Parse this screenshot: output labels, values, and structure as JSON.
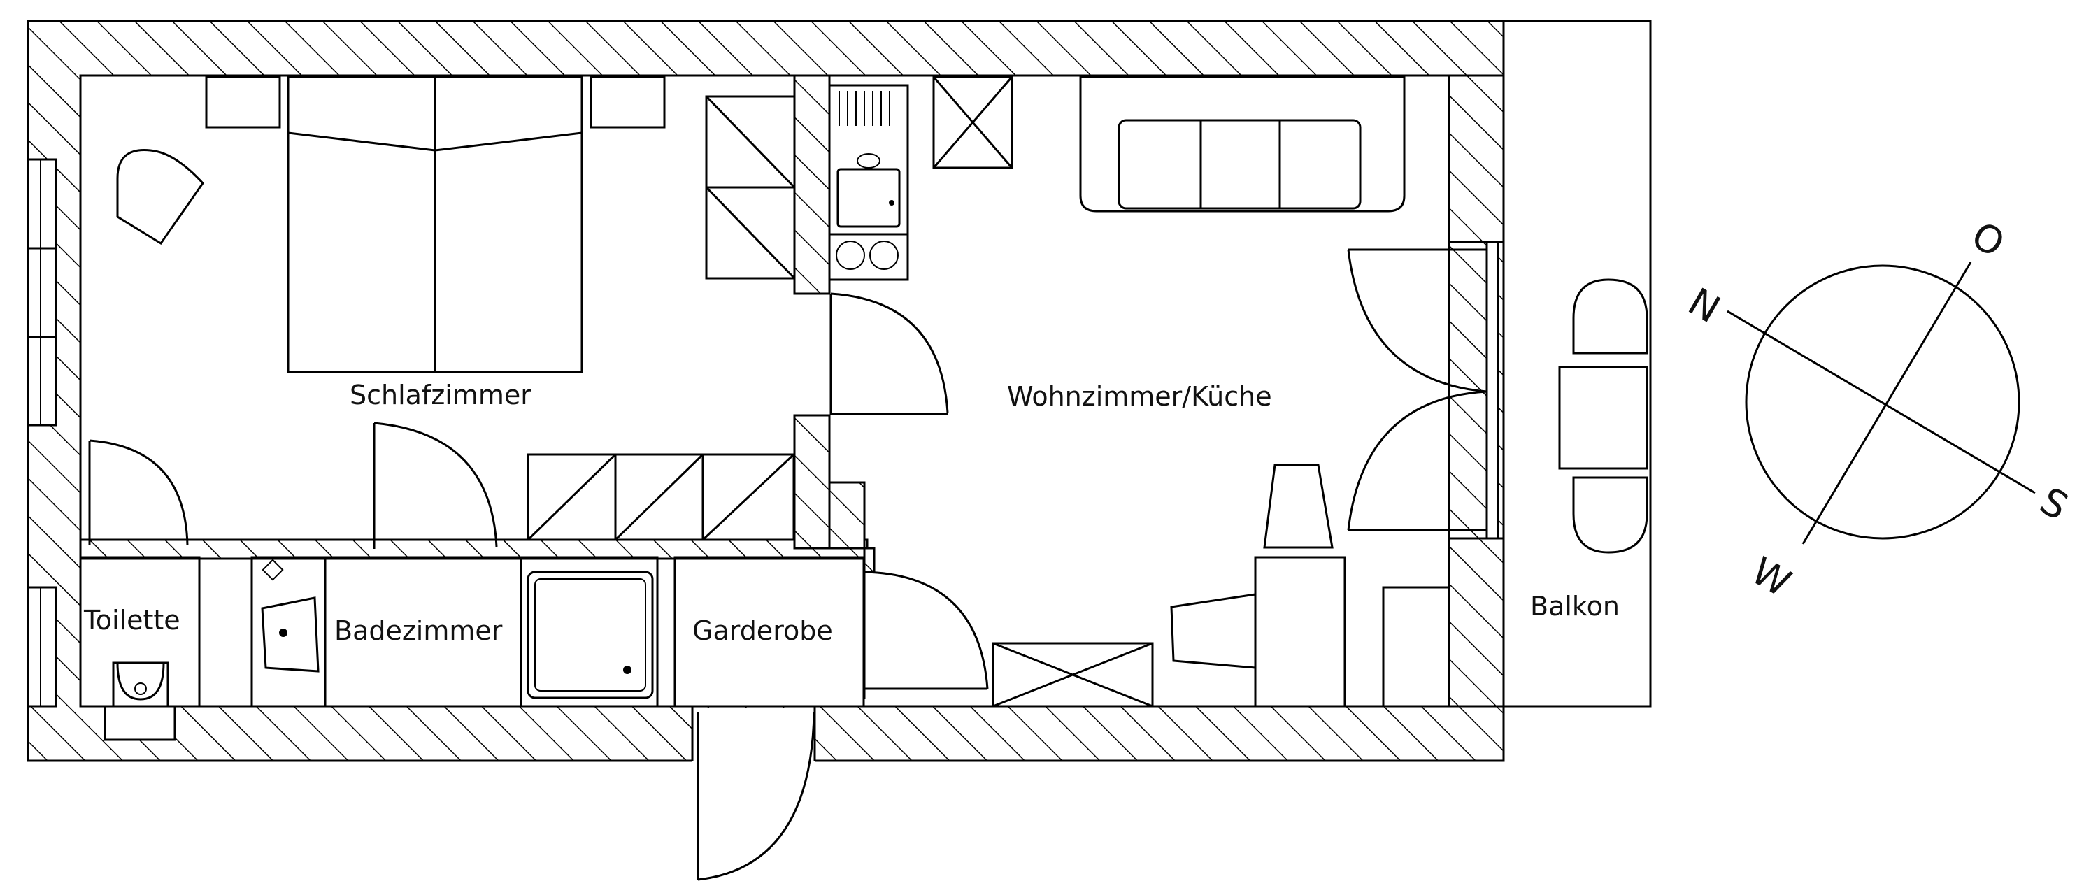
{
  "rooms": {
    "schlafzimmer": "Schlafzimmer",
    "wohnzimmer": "Wohnzimmer/Küche",
    "toilette": "Toilette",
    "badezimmer": "Badezimmer",
    "garderobe": "Garderobe",
    "balkon": "Balkon"
  },
  "compass": {
    "north": "N",
    "east": "O",
    "south": "S",
    "west": "W"
  },
  "colors": {
    "line": "#000000",
    "background": "#ffffff"
  }
}
